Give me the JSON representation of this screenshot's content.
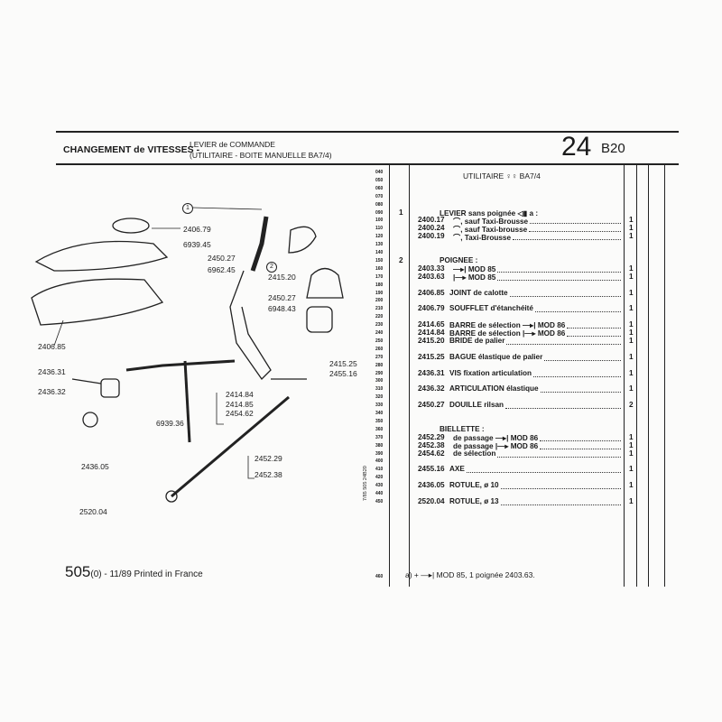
{
  "header": {
    "title": "CHANGEMENT de VITESSES -",
    "subtitle_1": "LEVIER de COMMANDE",
    "subtitle_2": "(UTILITAIRE - BOITE MANUELLE BA7/4)",
    "page_number": "24",
    "section": "B20"
  },
  "table": {
    "heading": "UTILITAIRE ♀♀ BA7/4",
    "line_numbers": [
      "040",
      "050",
      "060",
      "070",
      "080",
      "090",
      "100",
      "110",
      "120",
      "130",
      "140",
      "150",
      "160",
      "170",
      "180",
      "190",
      "200",
      "210",
      "220",
      "230",
      "240",
      "250",
      "260",
      "270",
      "280",
      "290",
      "300",
      "310",
      "320",
      "330",
      "340",
      "350",
      "360",
      "370",
      "380",
      "390",
      "400",
      "410",
      "420",
      "430",
      "440",
      "450"
    ],
    "last_line_number": "460",
    "rows": [
      {
        "line": 90,
        "item": "1",
        "ref": "",
        "desc": "LEVIER sans poignée ◁▮ a :",
        "qty": ""
      },
      {
        "line": 100,
        "item": "",
        "ref": "2400.17",
        "desc": "⌒, sauf Taxi-Brousse",
        "qty": "1"
      },
      {
        "line": 110,
        "item": "",
        "ref": "2400.24",
        "desc": "⌒, sauf Taxi-brousse",
        "qty": "1"
      },
      {
        "line": 120,
        "item": "",
        "ref": "2400.19",
        "desc": "⌒, Taxi-Brousse",
        "qty": "1"
      },
      {
        "line": 150,
        "item": "2",
        "ref": "",
        "desc": "POIGNEE :",
        "qty": ""
      },
      {
        "line": 160,
        "item": "",
        "ref": "2403.33",
        "desc": "—▸| MOD 85",
        "qty": "1"
      },
      {
        "line": 170,
        "item": "",
        "ref": "2403.63",
        "desc": "|—▸ MOD 85",
        "qty": "1"
      },
      {
        "line": 190,
        "item": "",
        "ref": "2406.85",
        "desc": "JOINT de calotte",
        "qty": "1"
      },
      {
        "line": 210,
        "item": "",
        "ref": "2406.79",
        "desc": "SOUFFLET d'étanchéité",
        "qty": "1"
      },
      {
        "line": 230,
        "item": "",
        "ref": "2414.65",
        "desc": "BARRE de sélection —▸| MOD 86",
        "qty": "1"
      },
      {
        "line": 240,
        "item": "",
        "ref": "2414.84",
        "desc": "BARRE de sélection |—▸ MOD 86",
        "qty": "1"
      },
      {
        "line": 250,
        "item": "",
        "ref": "2415.20",
        "desc": "BRIDE de palier",
        "qty": "1"
      },
      {
        "line": 270,
        "item": "",
        "ref": "2415.25",
        "desc": "BAGUE élastique de palier",
        "qty": "1"
      },
      {
        "line": 290,
        "item": "",
        "ref": "2436.31",
        "desc": "VIS fixation articulation",
        "qty": "1"
      },
      {
        "line": 310,
        "item": "",
        "ref": "2436.32",
        "desc": "ARTICULATION élastique",
        "qty": "1"
      },
      {
        "line": 330,
        "item": "",
        "ref": "2450.27",
        "desc": "DOUILLE rilsan",
        "qty": "2"
      },
      {
        "line": 360,
        "item": "",
        "ref": "",
        "desc": "BIELLETTE :",
        "qty": ""
      },
      {
        "line": 370,
        "item": "",
        "ref": "2452.29",
        "desc": "de passage —▸| MOD 86",
        "qty": "1"
      },
      {
        "line": 380,
        "item": "",
        "ref": "2452.38",
        "desc": "de passage |—▸ MOD 86",
        "qty": "1"
      },
      {
        "line": 390,
        "item": "",
        "ref": "2454.62",
        "desc": "de sélection",
        "qty": "1"
      },
      {
        "line": 410,
        "item": "",
        "ref": "2455.16",
        "desc": "AXE",
        "qty": "1"
      },
      {
        "line": 430,
        "item": "",
        "ref": "2436.05",
        "desc": "ROTULE, ø 10",
        "qty": "1"
      },
      {
        "line": 450,
        "item": "",
        "ref": "2520.04",
        "desc": "ROTULE, ø 13",
        "qty": "1"
      }
    ],
    "note": "a) + —▸| MOD 85, 1 poignée 2403.63."
  },
  "diagram": {
    "callouts": [
      {
        "label": "2406.79"
      },
      {
        "label": "6939.45"
      },
      {
        "label": "2450.27"
      },
      {
        "label": "6962.45"
      },
      {
        "label": "2415.20"
      },
      {
        "label": "2450.27"
      },
      {
        "label": "6948.43"
      },
      {
        "label": "2406.85"
      },
      {
        "label": "2415.25"
      },
      {
        "label": "2455.16"
      },
      {
        "label": "2436.31"
      },
      {
        "label": "2436.32"
      },
      {
        "label": "2414.84"
      },
      {
        "label": "2414.85"
      },
      {
        "label": "2454.62"
      },
      {
        "label": "6939.36"
      },
      {
        "label": "2436.05"
      },
      {
        "label": "2452.29"
      },
      {
        "label": "2452.38"
      },
      {
        "label": "2520.04"
      }
    ],
    "circle_1": "1",
    "circle_2": "2"
  },
  "footer": {
    "model": "505",
    "suffix": "(0) - 11/89 Printed in France",
    "vertical_code": "7/85 505 24B20"
  }
}
